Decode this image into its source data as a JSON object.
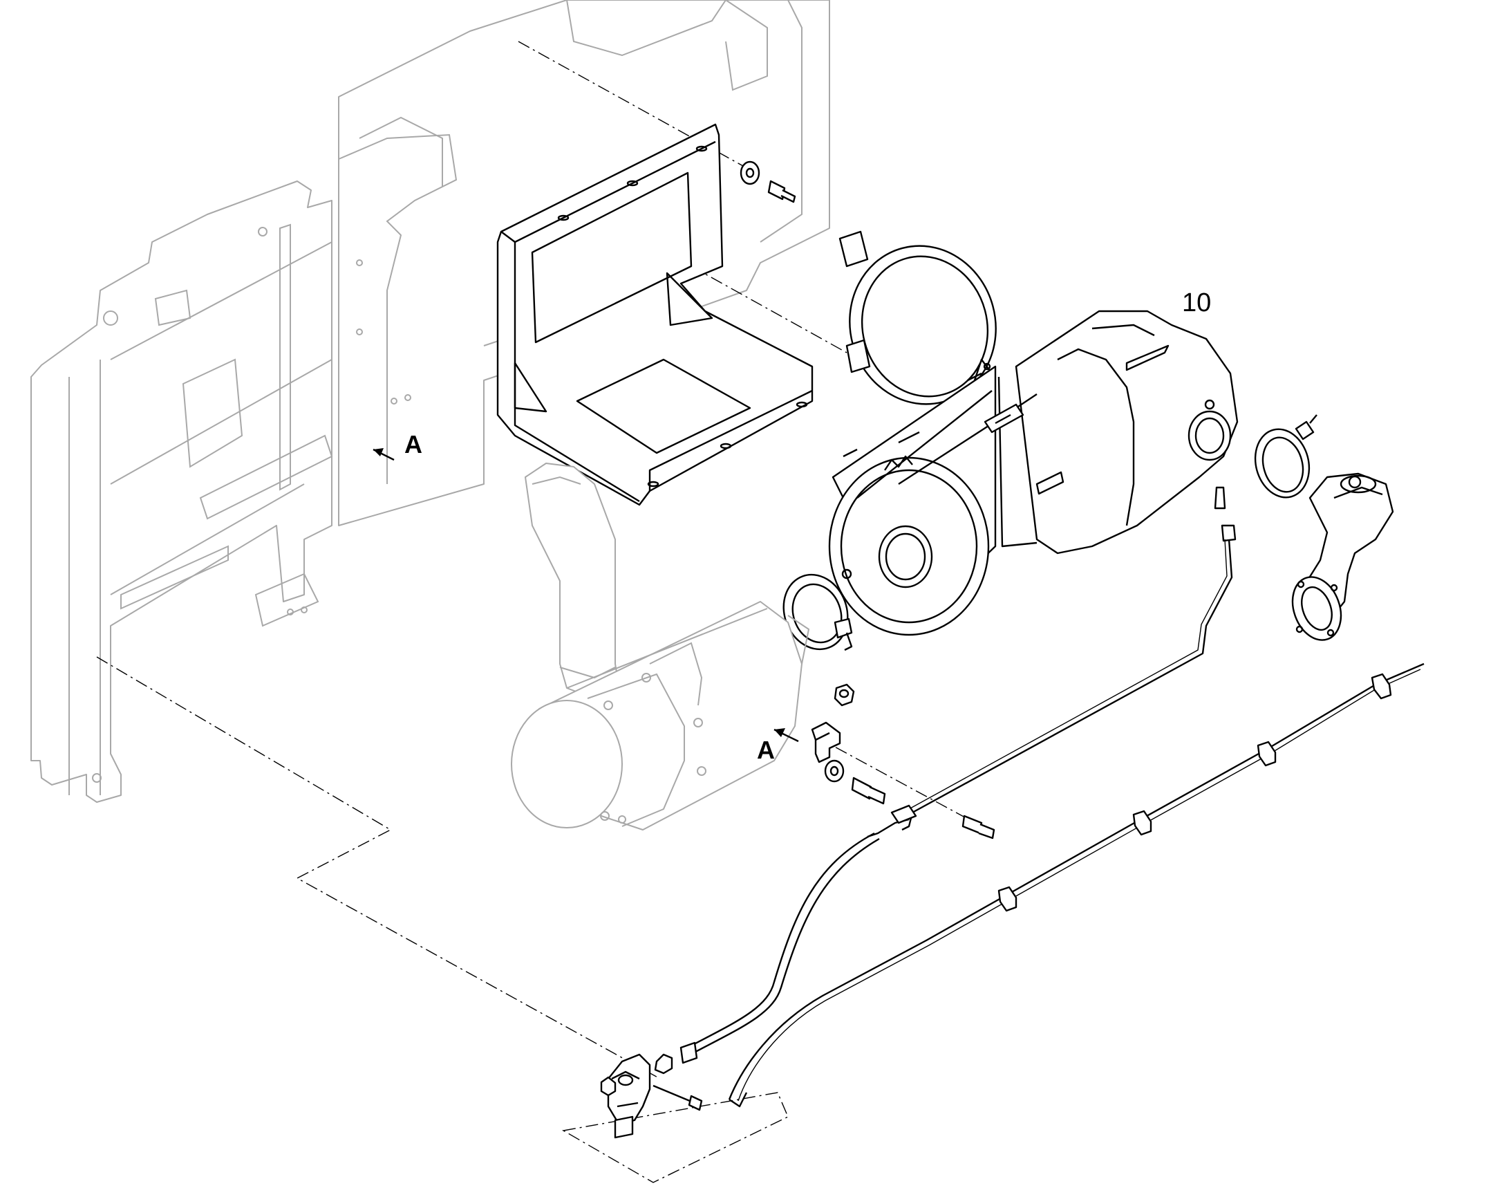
{
  "callouts": {
    "part_number": "10",
    "view_label_upper": "A",
    "view_label_lower": "A"
  },
  "colors": {
    "line": "#000000",
    "context_line": "#a8a8a8",
    "background": "#ffffff"
  }
}
